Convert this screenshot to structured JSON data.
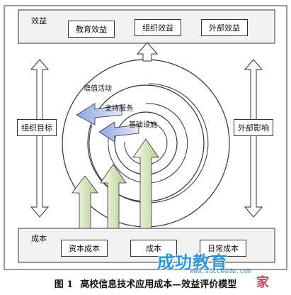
{
  "top_panel": {
    "label": "效益",
    "items": [
      "教育效益",
      "组织效益",
      "外部效益"
    ]
  },
  "bottom_panel": {
    "label": "成本",
    "items": [
      "资本成本",
      "成本",
      "日常成本"
    ]
  },
  "left_factor": "组织目标",
  "right_factor": "外部影响",
  "rings": [
    "增值活动",
    "支持服务",
    "基础设施"
  ],
  "caption": {
    "figure": "图 1",
    "title": "高校信息技术应用成本—效益评价模型"
  },
  "watermark": {
    "logo": "成功教育",
    "url": "www.succeedu.com",
    "corner": "家"
  },
  "colors": {
    "panel_fill": "#f2f2f4",
    "arrow_green": "#e1ecd0",
    "arrow_blue": "#b9c7ea",
    "ring_fill": "#ffffff",
    "ring_stroke": "#333333"
  }
}
